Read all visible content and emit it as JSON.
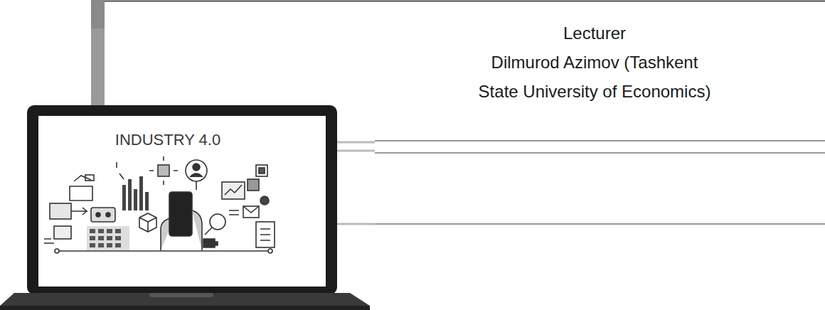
{
  "diagram": {
    "labels": [
      "INDUSTRY 4.0",
      "Lecturer",
      "Dilmurod Azimov (Tashkent State University of Economics)"
    ]
  }
}
